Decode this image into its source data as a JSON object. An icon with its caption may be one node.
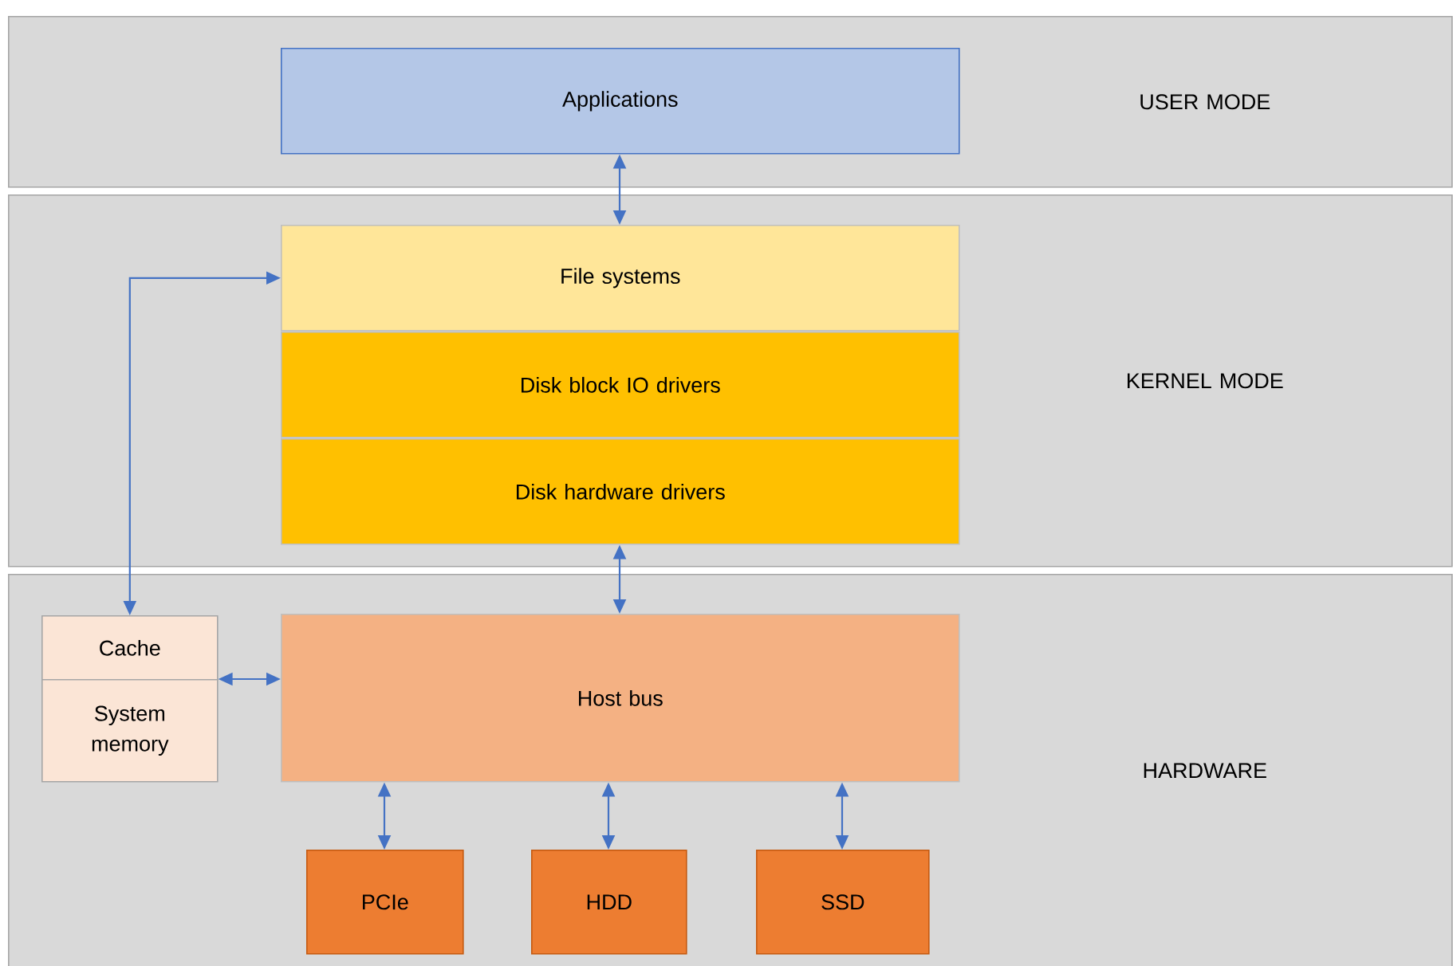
{
  "diagram": {
    "nodes": [
      {
        "text": [
          "USER MODE"
        ]
      },
      {
        "text": [
          "Applications"
        ],
        "in": 0
      },
      {
        "text": [
          "KERNEL MODE"
        ]
      },
      {
        "text": [
          "File systems"
        ],
        "in": 2
      },
      {
        "text": [
          "Disk block IO drivers"
        ],
        "in": 2
      },
      {
        "text": [
          "Disk hardware drivers"
        ],
        "in": 2
      },
      {
        "text": [
          "HARDWARE"
        ]
      },
      {
        "text": [
          "Cache"
        ],
        "in": 6
      },
      {
        "text": [
          "System memory"
        ],
        "in": 6
      },
      {
        "text": [
          "Host bus"
        ],
        "in": 6
      },
      {
        "text": [
          "PCIe"
        ],
        "in": 6
      },
      {
        "text": [
          "HDD"
        ],
        "in": 6
      },
      {
        "text": [
          "SSD"
        ],
        "in": 6
      }
    ],
    "edges": [
      {
        "from": 1,
        "to": 3,
        "arrow": "both"
      },
      {
        "from": 7,
        "to": 3,
        "arrow": "both"
      },
      {
        "from": 5,
        "to": 9,
        "arrow": "both"
      },
      {
        "from": 9,
        "to": 8,
        "arrow": "both"
      },
      {
        "from": 9,
        "to": 10,
        "arrow": "both"
      },
      {
        "from": 9,
        "to": 11,
        "arrow": "both"
      },
      {
        "from": 9,
        "to": 12,
        "arrow": "both"
      }
    ]
  }
}
